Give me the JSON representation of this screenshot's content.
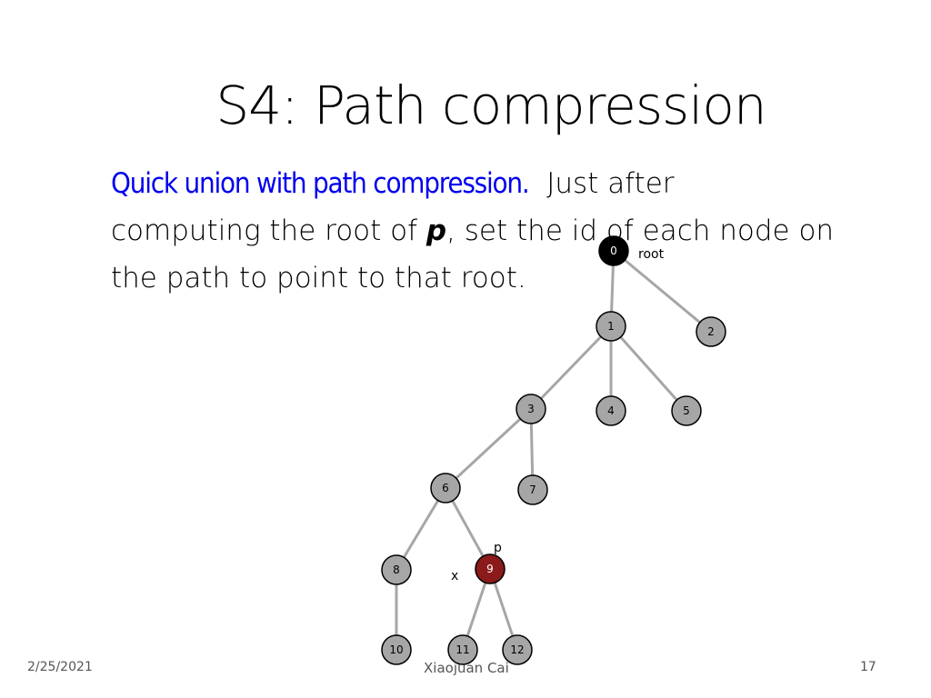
{
  "slide": {
    "title": "S4: Path compression",
    "body": {
      "lead": "Quick union with path compression.",
      "t1": "  Just after",
      "t2": "computing the root of ",
      "p": "p",
      "t3": ", set the id of each node on",
      "t4": "the path to point to that root."
    },
    "footer": {
      "date": "2/25/2021",
      "author": "Xiaojuan Cai",
      "page": "17"
    }
  },
  "tree": {
    "nodes": [
      {
        "id": "0",
        "label": "0",
        "kind": "root"
      },
      {
        "id": "1",
        "label": "1",
        "kind": "normal"
      },
      {
        "id": "2",
        "label": "2",
        "kind": "normal"
      },
      {
        "id": "3",
        "label": "3",
        "kind": "normal"
      },
      {
        "id": "4",
        "label": "4",
        "kind": "normal"
      },
      {
        "id": "5",
        "label": "5",
        "kind": "normal"
      },
      {
        "id": "6",
        "label": "6",
        "kind": "normal"
      },
      {
        "id": "7",
        "label": "7",
        "kind": "normal"
      },
      {
        "id": "8",
        "label": "8",
        "kind": "normal"
      },
      {
        "id": "9",
        "label": "9",
        "kind": "highlight"
      },
      {
        "id": "10",
        "label": "10",
        "kind": "normal"
      },
      {
        "id": "11",
        "label": "11",
        "kind": "normal"
      },
      {
        "id": "12",
        "label": "12",
        "kind": "normal"
      }
    ],
    "edges": [
      [
        "0",
        "1"
      ],
      [
        "0",
        "2"
      ],
      [
        "1",
        "3"
      ],
      [
        "1",
        "4"
      ],
      [
        "1",
        "5"
      ],
      [
        "3",
        "6"
      ],
      [
        "3",
        "7"
      ],
      [
        "6",
        "8"
      ],
      [
        "6",
        "9"
      ],
      [
        "8",
        "10"
      ],
      [
        "9",
        "11"
      ],
      [
        "9",
        "12"
      ]
    ],
    "annotations": {
      "root": "root",
      "p": "p",
      "x": "x"
    },
    "colors": {
      "node_fill": "#a6a6a6",
      "root_fill": "#000000",
      "highlight_fill": "#8b1a1a",
      "edge": "#a6a6a6",
      "text_dark": "#000000",
      "text_light": "#ffffff"
    }
  }
}
